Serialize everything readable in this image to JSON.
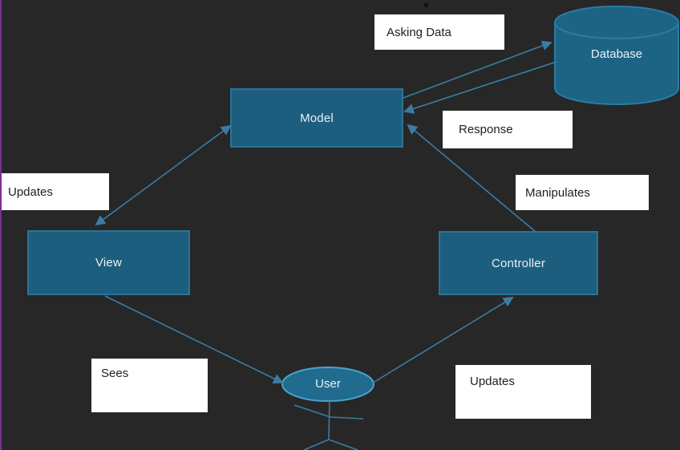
{
  "diagram": {
    "nodes": {
      "model": "Model",
      "view": "View",
      "controller": "Controller",
      "database": "Database",
      "user": "User"
    },
    "edge_labels": {
      "asking_data": "Asking Data",
      "response": "Response",
      "updates_model_view": "Updates",
      "manipulates": "Manipulates",
      "sees": "Sees",
      "updates_user_controller": "Updates"
    },
    "edges": [
      {
        "from": "Model",
        "to": "Database",
        "label": "Asking Data",
        "bidirectional": false
      },
      {
        "from": "Database",
        "to": "Model",
        "label": "Response",
        "bidirectional": false
      },
      {
        "from": "Controller",
        "to": "Model",
        "label": "Manipulates",
        "bidirectional": false
      },
      {
        "from": "Model",
        "to": "View",
        "label": "Updates",
        "bidirectional": true
      },
      {
        "from": "View",
        "to": "User",
        "label": "Sees",
        "bidirectional": false
      },
      {
        "from": "User",
        "to": "Controller",
        "label": "Updates",
        "bidirectional": false
      }
    ],
    "colors": {
      "background": "#272727",
      "node_fill": "#1d5e7e",
      "node_border": "#2c7296",
      "cylinder_fill": "#1d6384",
      "cylinder_border": "#2a7ba3",
      "connector": "#3b7ca4",
      "user_oval_fill": "#206b8e",
      "user_oval_border": "#4aa3cc",
      "label_background": "#ffffff",
      "label_text": "#1f1f1f",
      "node_text": "#e8f1f5",
      "left_edge_line": "#7b2d96"
    }
  }
}
